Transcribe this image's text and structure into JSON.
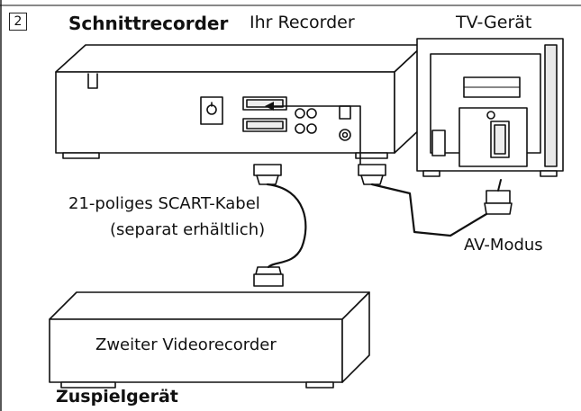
{
  "step_number": "2",
  "labels": {
    "schnittrecorder": "Schnittrecorder",
    "ihr_recorder": "Ihr Recorder",
    "tv_geraet": "TV-Gerät",
    "scart_cable_line1": "21-poliges SCART-Kabel",
    "scart_cable_line2": "(separat erhältlich)",
    "av_modus": "AV-Modus",
    "zweiter_videorecorder": "Zweiter Videorecorder",
    "zuspielgeraet": "Zuspielgerät"
  },
  "colors": {
    "line": "#111111",
    "device_fill": "#ffffff",
    "panel_fill": "#f2f2f2"
  }
}
